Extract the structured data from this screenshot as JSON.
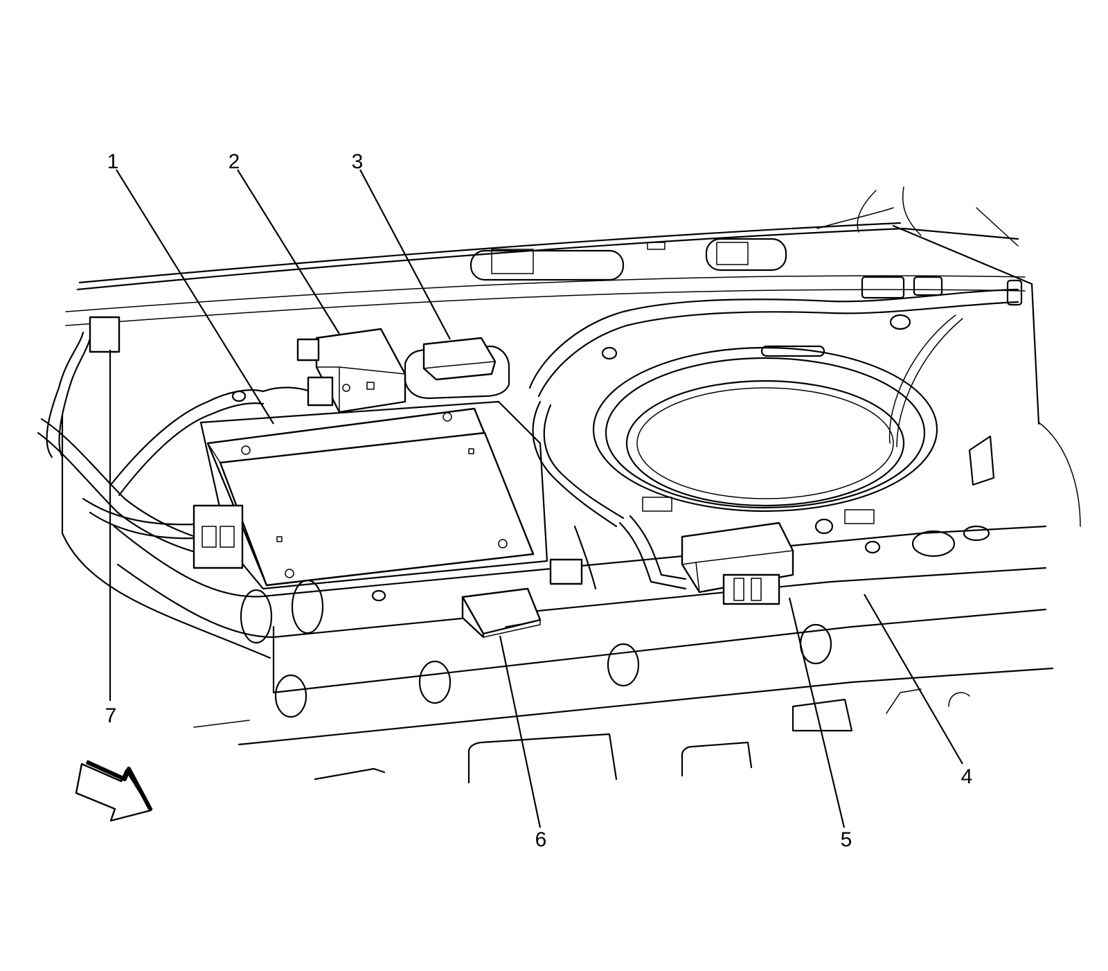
{
  "callouts": [
    {
      "id": "1",
      "label": "1"
    },
    {
      "id": "2",
      "label": "2"
    },
    {
      "id": "3",
      "label": "3"
    },
    {
      "id": "4",
      "label": "4"
    },
    {
      "id": "5",
      "label": "5"
    },
    {
      "id": "6",
      "label": "6"
    },
    {
      "id": "7",
      "label": "7"
    }
  ],
  "icons": {
    "direction_arrow": "direction-arrow-icon"
  },
  "colors": {
    "line": "#000000",
    "background": "#ffffff"
  }
}
